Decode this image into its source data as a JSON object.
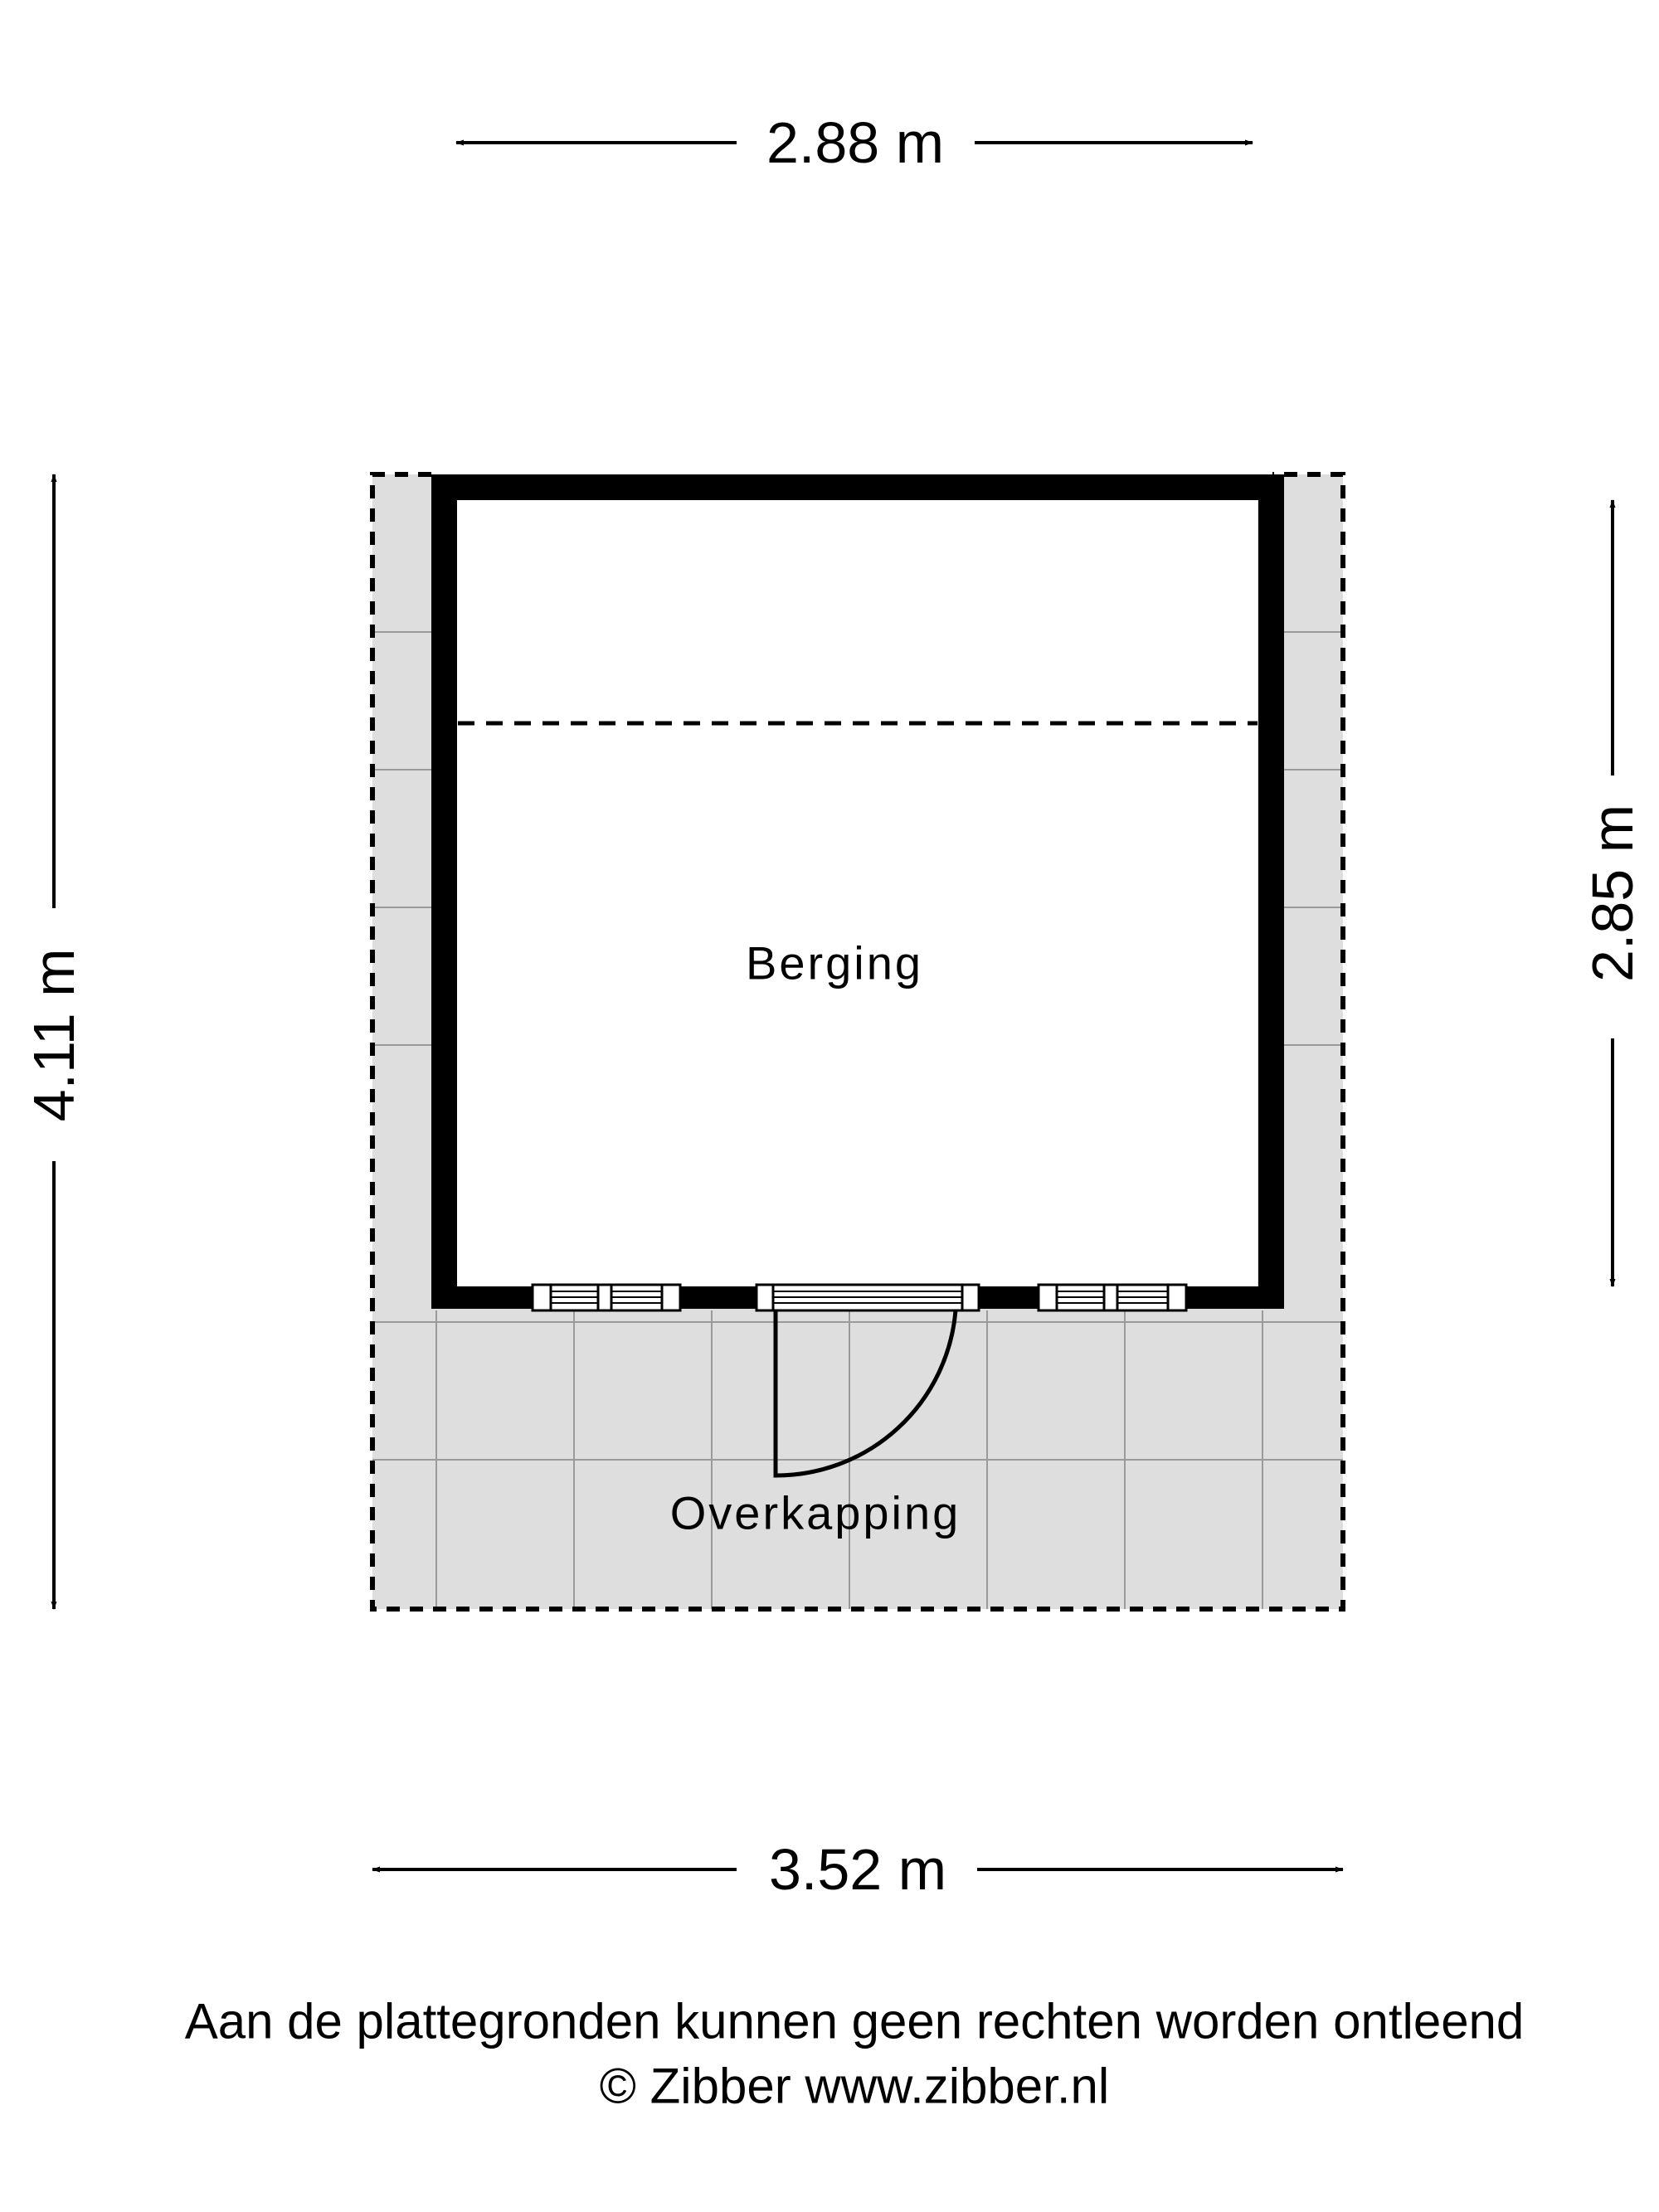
{
  "dimensions": {
    "top_width": "2.88 m",
    "bottom_width": "3.52 m",
    "left_height": "4.11 m",
    "right_height": "2.85 m"
  },
  "rooms": {
    "storage": "Berging",
    "canopy": "Overkapping"
  },
  "footer": {
    "disclaimer": "Aan de plattegronden kunnen geen rechten worden ontleend",
    "credit": "© Zibber www.zibber.nl"
  },
  "colors": {
    "wall": "#000000",
    "canopy_fill": "#dedede",
    "tile_line": "#9a9a9a",
    "background": "#ffffff"
  }
}
